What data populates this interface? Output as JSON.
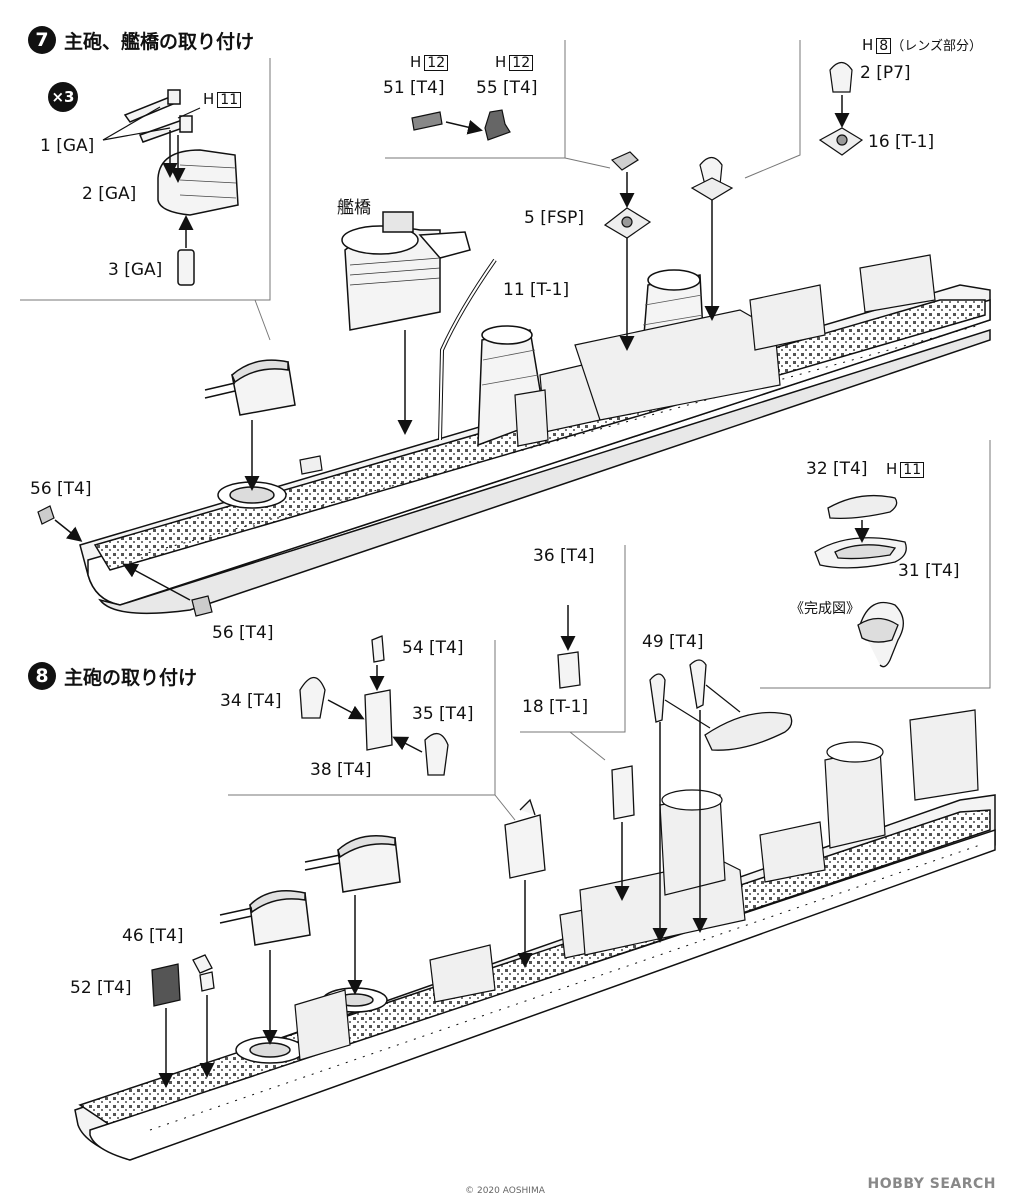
{
  "step7": {
    "number": "7",
    "title": "主砲、艦橋の取り付け"
  },
  "step8": {
    "number": "8",
    "title": "主砲の取り付け"
  },
  "multiplier": "×3",
  "labels": {
    "p1": "1 [GA]",
    "p2": "2 [GA]",
    "p3": "3 [GA]",
    "h11a_prefix": "H",
    "h11a_box": "11",
    "p51": "51 [T4]",
    "p55": "55 [T4]",
    "h12a_prefix": "H",
    "h12a_box": "12",
    "h12b_prefix": "H",
    "h12b_box": "12",
    "h8_prefix": "H",
    "h8_box": "8",
    "h8_note": "（レンズ部分）",
    "p2p7": "2 [P7]",
    "p16": "16 [T-1]",
    "bridge": "艦橋",
    "p5": "5 [FSP]",
    "p11": "11 [T-1]",
    "p56a": "56 [T4]",
    "p56b": "56 [T4]",
    "p32": "32 [T4]",
    "h11b_prefix": "H",
    "h11b_box": "11",
    "p31": "31 [T4]",
    "completed": "《完成図》",
    "p36": "36 [T4]",
    "p18": "18 [T-1]",
    "p54": "54 [T4]",
    "p34": "34 [T4]",
    "p35": "35 [T4]",
    "p38": "38 [T4]",
    "p49": "49 [T4]",
    "p46": "46 [T4]",
    "p52": "52 [T4]"
  },
  "watermark": "HOBBY SEARCH",
  "copyright": "© 2020 AOSHIMA"
}
